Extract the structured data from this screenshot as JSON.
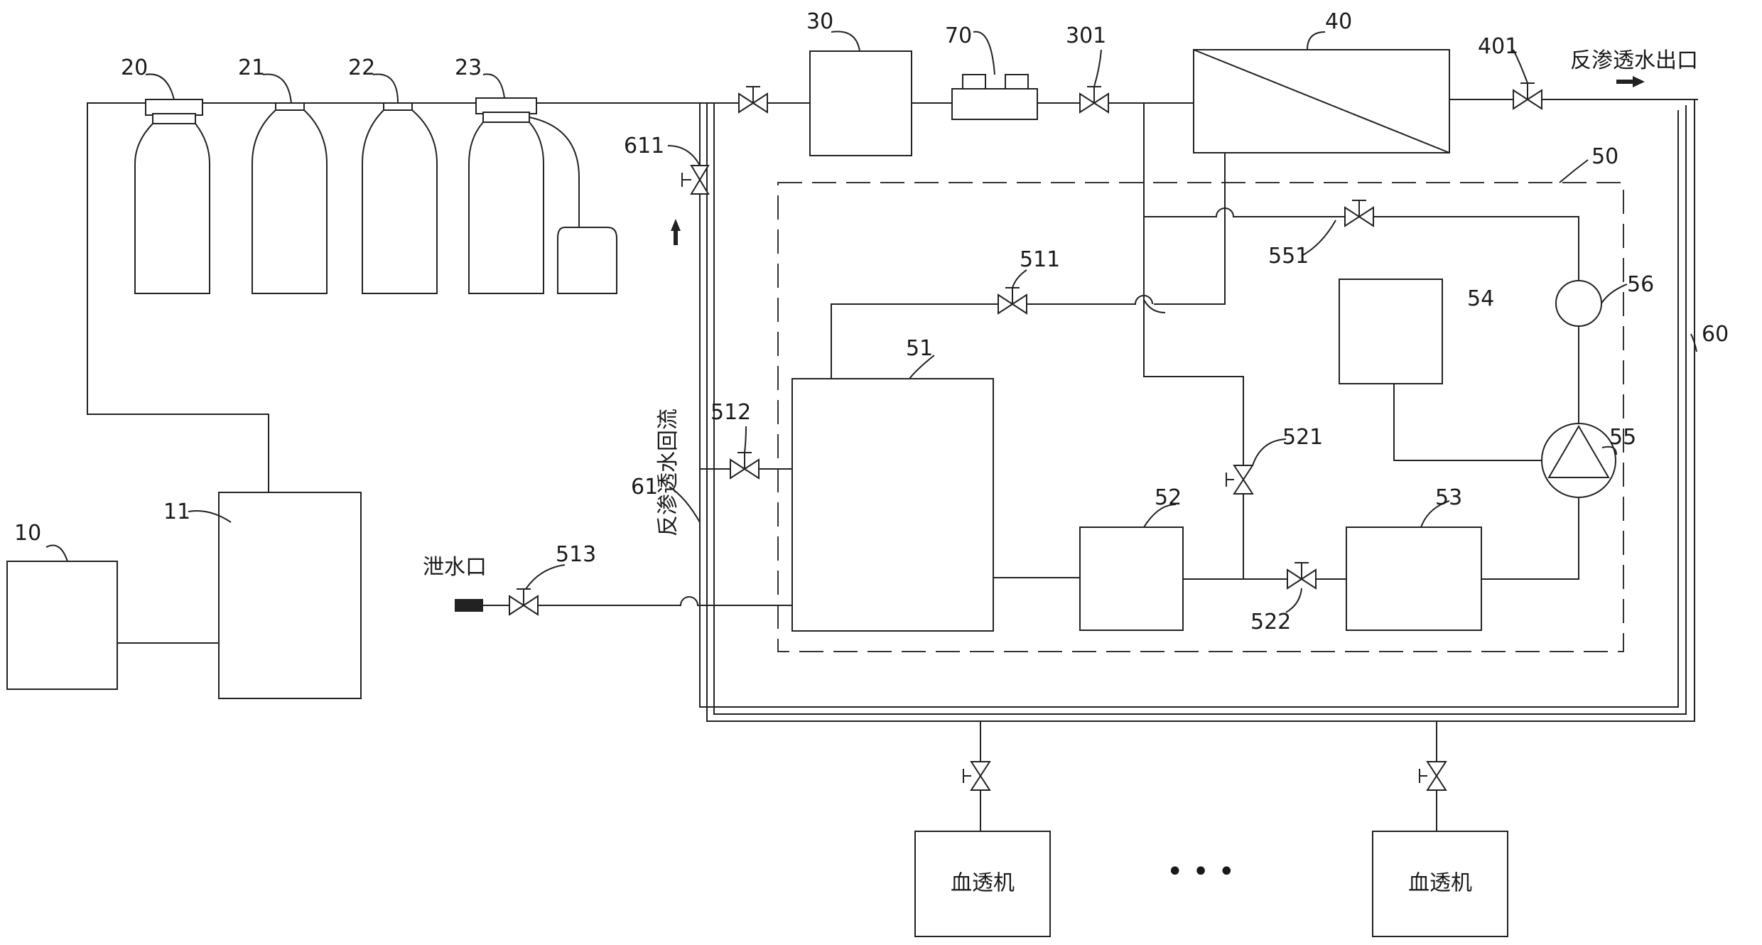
{
  "labels": {
    "n10": "10",
    "n11": "11",
    "n20": "20",
    "n21": "21",
    "n22": "22",
    "n23": "23",
    "n30": "30",
    "n70": "70",
    "n301": "301",
    "n40": "40",
    "n401": "401",
    "n50": "50",
    "n51": "51",
    "n52": "52",
    "n53": "53",
    "n54": "54",
    "n55": "55",
    "n56": "56",
    "n60": "60",
    "n61": "61",
    "n611": "611",
    "n511": "511",
    "n512": "512",
    "n513": "513",
    "n521": "521",
    "n522": "522",
    "n551": "551"
  },
  "text": {
    "ro_outlet": "反渗透水出口",
    "drain_outlet": "泄水口",
    "ro_return": "反渗透水回流",
    "dialysis_machine_1": "血透机",
    "dialysis_machine_2": "血透机",
    "ellipsis": "• • •"
  }
}
